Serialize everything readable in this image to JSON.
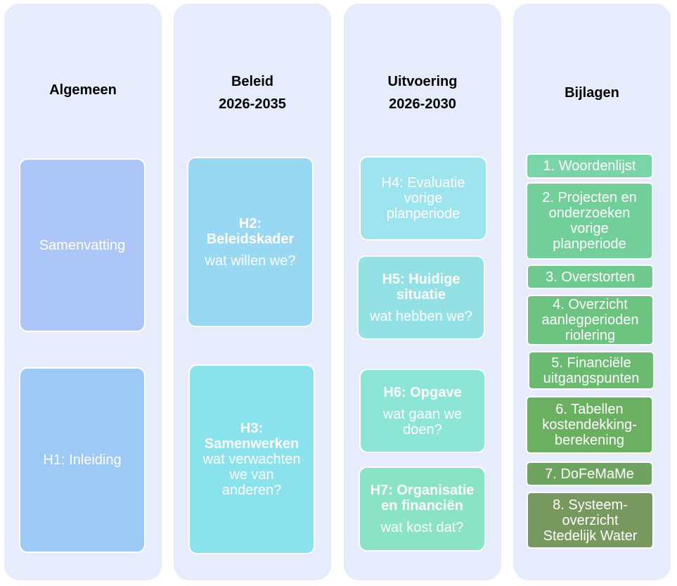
{
  "columns": {
    "algemeen": {
      "title": "Algemeen"
    },
    "beleid": {
      "title_line1": "Beleid",
      "title_line2": "2026-2035"
    },
    "uitvoering": {
      "title_line1": "Uitvoering",
      "title_line2": "2026-2030"
    },
    "bijlagen": {
      "title": "Bijlagen"
    }
  },
  "chapters": {
    "samenvatting": "Samenvatting",
    "h1": "H1: Inleiding",
    "h2": {
      "title_line1": "H2:",
      "title_line2": "Beleidskader",
      "question": "wat willen we?"
    },
    "h3": {
      "title_line1": "H3:",
      "title_line2": "Samenwerken",
      "q1": "wat verwachten",
      "q2": "we van",
      "q3": "anderen?"
    },
    "h4": {
      "line1": "H4: Evaluatie",
      "line2": "vorige",
      "line3": "planperiode"
    },
    "h5": {
      "title_line1": "H5: Huidige",
      "title_line2": "situatie",
      "question": "wat hebben we?"
    },
    "h6": {
      "title": "H6: Opgave",
      "q1": "wat gaan we",
      "q2": "doen?"
    },
    "h7": {
      "title_line1": "H7: Organisatie",
      "title_line2": "en financiën",
      "question": "wat kost dat?"
    }
  },
  "appendices": [
    {
      "lines": [
        "1. Woordenlijst"
      ],
      "color": "#79d4a8"
    },
    {
      "lines": [
        "2. Projecten en",
        "onderzoeken",
        "vorige",
        "planperiode"
      ],
      "color": "#72cf9a"
    },
    {
      "lines": [
        "3. Overstorten"
      ],
      "color": "#70c98d"
    },
    {
      "lines": [
        "4. Overzicht",
        "aanlegperioden",
        "riolering"
      ],
      "color": "#6cc27f"
    },
    {
      "lines": [
        "5. Financiële",
        "uitgangspunten"
      ],
      "color": "#6abb70"
    },
    {
      "lines": [
        "6. Tabellen",
        "kostendekking-",
        "berekening"
      ],
      "color": "#6bb061"
    },
    {
      "lines": [
        "7. DoFeMaMe"
      ],
      "color": "#6fa460"
    },
    {
      "lines": [
        "8. Systeem-",
        "overzicht",
        "Stedelijk Water"
      ],
      "color": "#77995f"
    }
  ],
  "colors": {
    "panel": "#e6ecfb",
    "samenvatting": "#adc6f8",
    "h1": "#9dc9f6",
    "h2": "#98d8f3",
    "h3": "#8ae3ec",
    "h4": "#9ee4ef",
    "h5": "#93e1e5",
    "h6": "#8de5d6",
    "h7": "#8be3c6"
  }
}
